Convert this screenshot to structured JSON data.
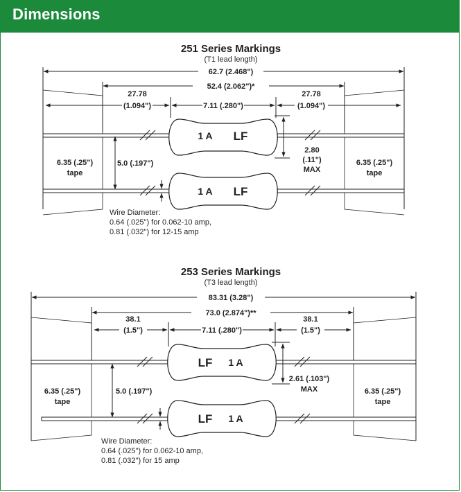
{
  "header": {
    "title": "Dimensions"
  },
  "series251": {
    "title": "251 Series Markings",
    "subtitle": "(T1 lead length)",
    "overall": "62.7 (2.468\")",
    "inner": "52.4 (2.062\")*",
    "lead_left": "27.78",
    "lead_left_in": "(1.094\")",
    "lead_right": "27.78",
    "lead_right_in": "(1.094\")",
    "body_len": "7.11 (.280\")",
    "body_dia": [
      "2.80",
      "(.11\")",
      "MAX"
    ],
    "spacing": "5.0 (.197\")",
    "tape_left": [
      "6.35 (.25\")",
      "tape"
    ],
    "tape_right": [
      "6.35 (.25\")",
      "tape"
    ],
    "marking_rating": "1 A",
    "marking_logo": "LF",
    "wire_note": [
      "Wire Diameter:",
      "0.64 (.025\") for 0.062-10 amp,",
      "0.81 (.032\") for 12-15 amp"
    ]
  },
  "series253": {
    "title": "253 Series Markings",
    "subtitle": "(T3 lead length)",
    "overall": "83.31 (3.28\")",
    "inner": "73.0 (2.874\")**",
    "lead_left": "38.1",
    "lead_left_in": "(1.5\")",
    "lead_right": "38.1",
    "lead_right_in": "(1.5\")",
    "body_len": "7.11 (.280\")",
    "body_dia": [
      "2.61 (.103\")",
      "MAX"
    ],
    "spacing": "5.0 (.197\")",
    "tape_left": [
      "6.35 (.25\")",
      "tape"
    ],
    "tape_right": [
      "6.35 (.25\")",
      "tape"
    ],
    "marking_rating": "1 A",
    "marking_logo": "LF",
    "wire_note": [
      "Wire Diameter:",
      "0.64 (.025\") for 0.062-10 amp,",
      "0.81 (.032\") for 15 amp"
    ]
  }
}
